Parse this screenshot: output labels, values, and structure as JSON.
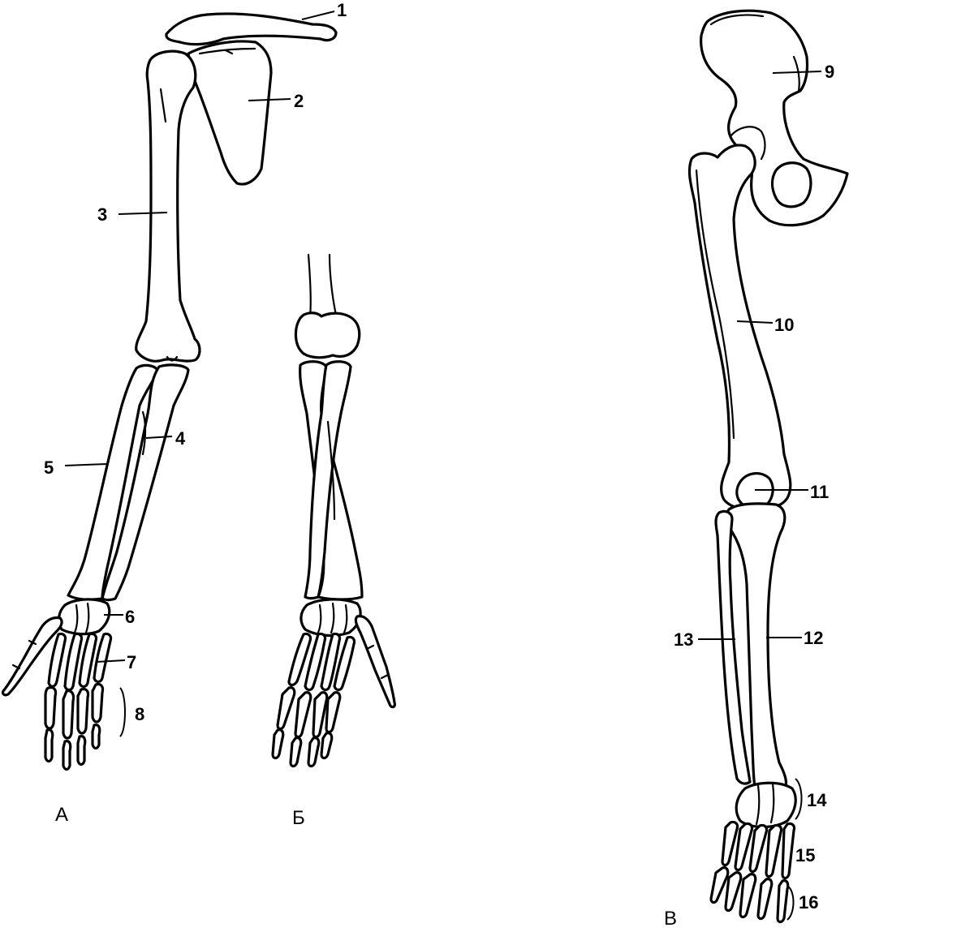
{
  "panels": {
    "a": "А",
    "b": "Б",
    "c": "В"
  },
  "labels": {
    "l1": "1",
    "l2": "2",
    "l3": "3",
    "l4": "4",
    "l5": "5",
    "l6": "6",
    "l7": "7",
    "l8": "8",
    "l9": "9",
    "l10": "10",
    "l11": "11",
    "l12": "12",
    "l13": "13",
    "l14": "14",
    "l15": "15",
    "l16": "16"
  }
}
